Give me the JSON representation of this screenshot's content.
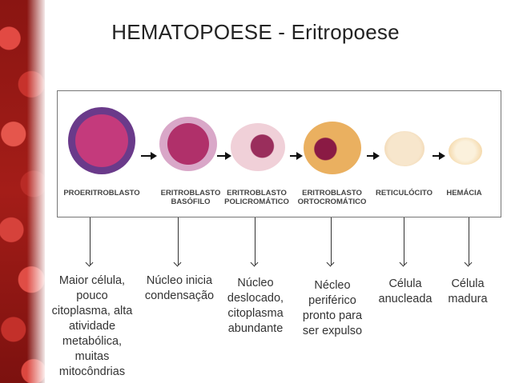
{
  "title": "HEMATOPOESE - Eritropoese",
  "stages": [
    {
      "label": "PROERITROBLASTO",
      "description": "Maior célula, pouco citoplasma, alta atividade metabólica, muitas mitocôndrias"
    },
    {
      "label": "ERITROBLASTO BASÓFILO",
      "description": "Núcleo inicia condensação"
    },
    {
      "label": "ERITROBLASTO POLICROMÁTICO",
      "description": "Núcleo deslocado, citoplasma abundante"
    },
    {
      "label": "ERITROBLASTO ORTOCROMÁTICO",
      "description": "Nécleo periférico pronto para ser expulso"
    },
    {
      "label": "RETICULÓCITO",
      "description": "Célula anucleada"
    },
    {
      "label": "HEMÁCIA",
      "description": "Célula madura"
    }
  ],
  "colors": {
    "nucleus": "#b0306a",
    "cytoplasm_basophil": "#6a3a8a",
    "reticulocyte": "#f3d9b0",
    "background_art": "#b92b26"
  }
}
